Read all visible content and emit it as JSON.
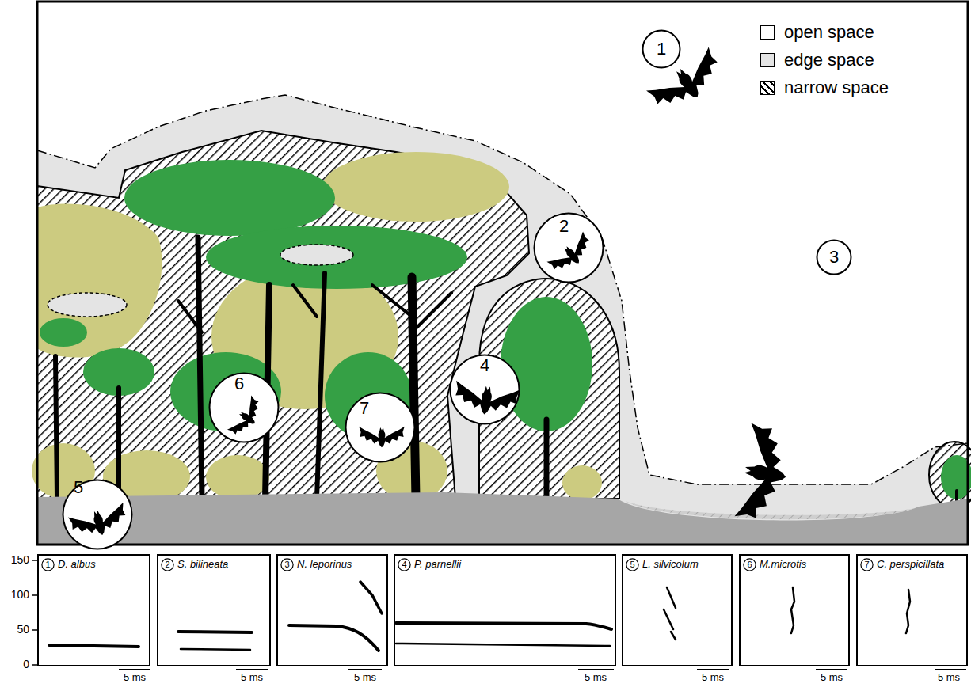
{
  "diagram": {
    "nodes": [
      {
        "text": [
          "1"
        ]
      },
      {
        "text": [
          "2"
        ]
      },
      {
        "text": [
          "3"
        ]
      },
      {
        "text": [
          "4"
        ]
      },
      {
        "text": [
          "5"
        ]
      },
      {
        "text": [
          "6"
        ]
      },
      {
        "text": [
          "7"
        ]
      },
      {
        "text": [
          "D. albus"
        ]
      },
      {
        "text": [
          "1"
        ],
        "in": 7
      },
      {
        "text": [
          "S. bilineata"
        ]
      },
      {
        "text": [
          "2"
        ],
        "in": 9
      },
      {
        "text": [
          "N. leporinus"
        ]
      },
      {
        "text": [
          "3"
        ],
        "in": 11
      },
      {
        "text": [
          "P. parnellii"
        ]
      },
      {
        "text": [
          "4"
        ],
        "in": 13
      },
      {
        "text": [
          "L. silvicolum"
        ]
      },
      {
        "text": [
          "5"
        ],
        "in": 15
      },
      {
        "text": [
          "M.microtis"
        ]
      },
      {
        "text": [
          "6"
        ],
        "in": 17
      },
      {
        "text": [
          "C. perspicillata"
        ]
      },
      {
        "text": [
          "7"
        ],
        "in": 19
      }
    ],
    "labels": [
      "150",
      "100",
      "50",
      "0",
      "5 ms",
      "5 ms",
      "5 ms",
      "5 ms",
      "5 ms",
      "5 ms",
      "5 ms"
    ],
    "legend": [
      {
        "text": "open space",
        "color": "#ffffff"
      },
      {
        "text": "edge space",
        "color": "#e4e4e4"
      },
      {
        "text": "narrow space"
      }
    ]
  }
}
